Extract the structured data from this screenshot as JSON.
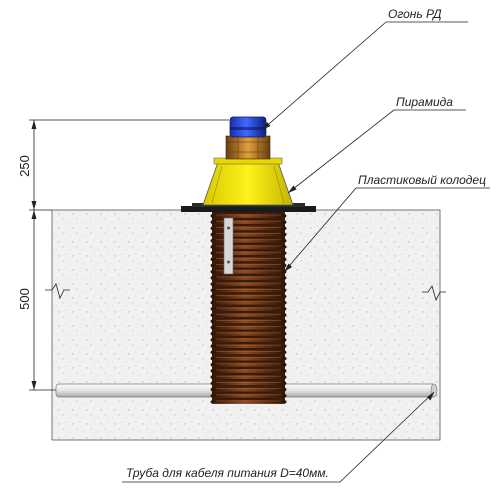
{
  "labels": {
    "light": "Огонь РД",
    "pyramid": "Пирамида",
    "well": "Пластиковый колодец",
    "pipe": "Труба для кабеля питания D=40мм."
  },
  "dimensions": {
    "upper": "250",
    "lower": "500"
  }
}
